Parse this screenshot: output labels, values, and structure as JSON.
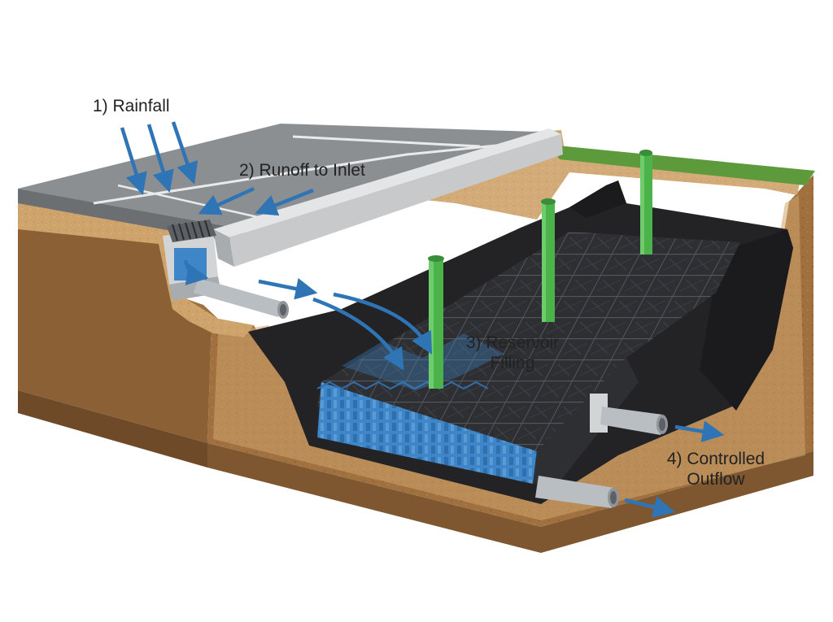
{
  "steps": [
    {
      "id": "rainfall",
      "lines": [
        "1) Rainfall"
      ]
    },
    {
      "id": "runoff",
      "lines": [
        "2) Runoff to Inlet"
      ]
    },
    {
      "id": "reservoir",
      "lines": [
        "3) Reservoir",
        "Filling"
      ]
    },
    {
      "id": "outflow",
      "lines": [
        "4) Controlled",
        "Outflow"
      ]
    }
  ],
  "colors": {
    "flow_arrow": "#2f74b5",
    "soil": "#a0703f",
    "soil_dark": "#7e5630",
    "sand": "#cfa46c",
    "pavement": "#8c8f92",
    "grass": "#5d9a3c",
    "liner": "#232325",
    "crate_grid": "#2a2b2e",
    "water": "#3f86c8",
    "standpipe": "#4cb34a",
    "pipe": "#b9bec3",
    "concrete": "#cfd1d3"
  },
  "icons": [
    "storage-crate-grid",
    "standpipe",
    "inlet-grate",
    "pipe"
  ]
}
